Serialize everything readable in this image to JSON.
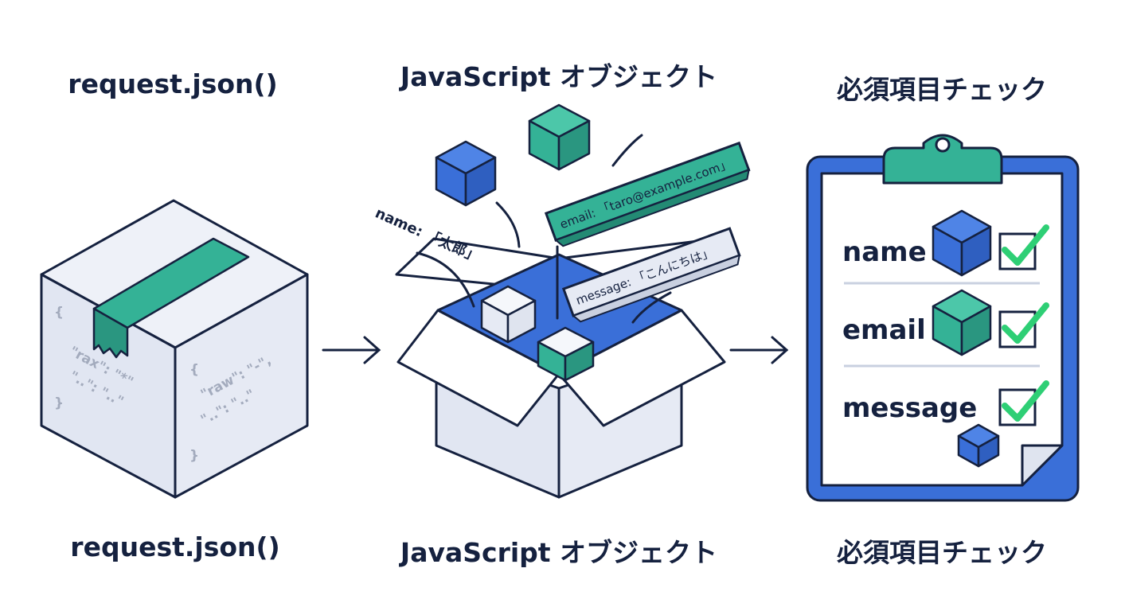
{
  "colors": {
    "navy": "#15213f",
    "blue": "#3a6fd8",
    "teal": "#34b296",
    "teal_dark": "#2a9680",
    "light": "#e6eaf4",
    "check": "#2ecf75"
  },
  "panels": {
    "left": {
      "top_title": "request.json()",
      "bottom_title": "request.json()",
      "raw_left": [
        "{",
        "\"rax\": \"*\"",
        "\"..\": \"..\"",
        "}"
      ],
      "raw_right": [
        "{",
        "\"raw\": \"-\",",
        "\"..\": \"..\"",
        "}"
      ]
    },
    "middle": {
      "top_title": "JavaScript オブジェクト",
      "bottom_title": "JavaScript オブジェクト",
      "tag_name": "name: 「太郎」",
      "tag_email": "email: 「taro@example.com」",
      "tag_message": "message: 「こんにちは」"
    },
    "right": {
      "top_title": "必須項目チェック",
      "bottom_title": "必須項目チェック",
      "fields": [
        {
          "label": "name",
          "checked": true
        },
        {
          "label": "email",
          "checked": true
        },
        {
          "label": "message",
          "checked": true
        }
      ]
    }
  }
}
